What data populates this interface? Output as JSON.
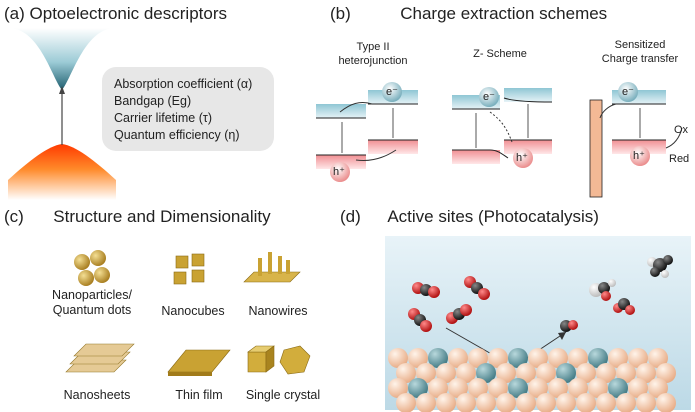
{
  "panel_a": {
    "label": "(a)",
    "title": "Optoelectronic descriptors",
    "descriptors": [
      "Absorption coefficient (α)",
      "Bandgap (Eg)",
      "Carrier lifetime (τ)",
      "Quantum efficiency (η)"
    ]
  },
  "panel_b": {
    "label": "(b)",
    "title": "Charge extraction schemes",
    "schemes": [
      {
        "line1": "Type II",
        "line2": "heterojunction"
      },
      {
        "line1": "Z- Scheme",
        "line2": ""
      },
      {
        "line1": "Sensitized",
        "line2": "Charge transfer"
      }
    ],
    "electron": "e⁻",
    "hole": "h⁺",
    "ox": "Ox",
    "red": "Red"
  },
  "panel_c": {
    "label": "(c)",
    "title": "Structure and Dimensionality",
    "structures": [
      {
        "line1": "Nanoparticles/",
        "line2": "Quantum dots"
      },
      {
        "line1": "Nanocubes",
        "line2": ""
      },
      {
        "line1": "Nanowires",
        "line2": ""
      },
      {
        "line1": "Nanosheets",
        "line2": ""
      },
      {
        "line1": "Thin film",
        "line2": ""
      },
      {
        "line1": "Single crystal",
        "line2": ""
      }
    ]
  },
  "panel_d": {
    "label": "(d)",
    "title": "Active sites (Photocatalysis)"
  },
  "colors": {
    "conduction": "#a8d4e0",
    "valence": "#f3a9ab",
    "gold": "#c9a233",
    "sphere": "#f1c6a8",
    "teal": "#4f8a92"
  }
}
